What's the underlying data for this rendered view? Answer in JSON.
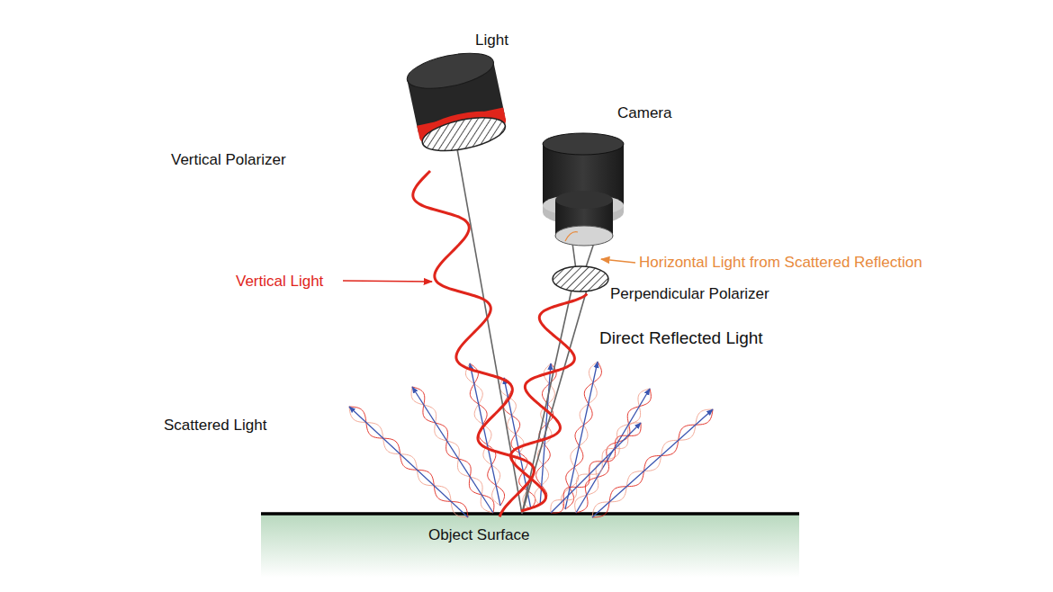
{
  "diagram": {
    "labels": [
      "Light",
      "Camera",
      "Vertical Polarizer",
      "Vertical Light",
      "Horizontal Light from Scattered Reflection",
      "Perpendicular Polarizer",
      "Direct Reflected Light",
      "Scattered Light",
      "Object Surface"
    ]
  }
}
